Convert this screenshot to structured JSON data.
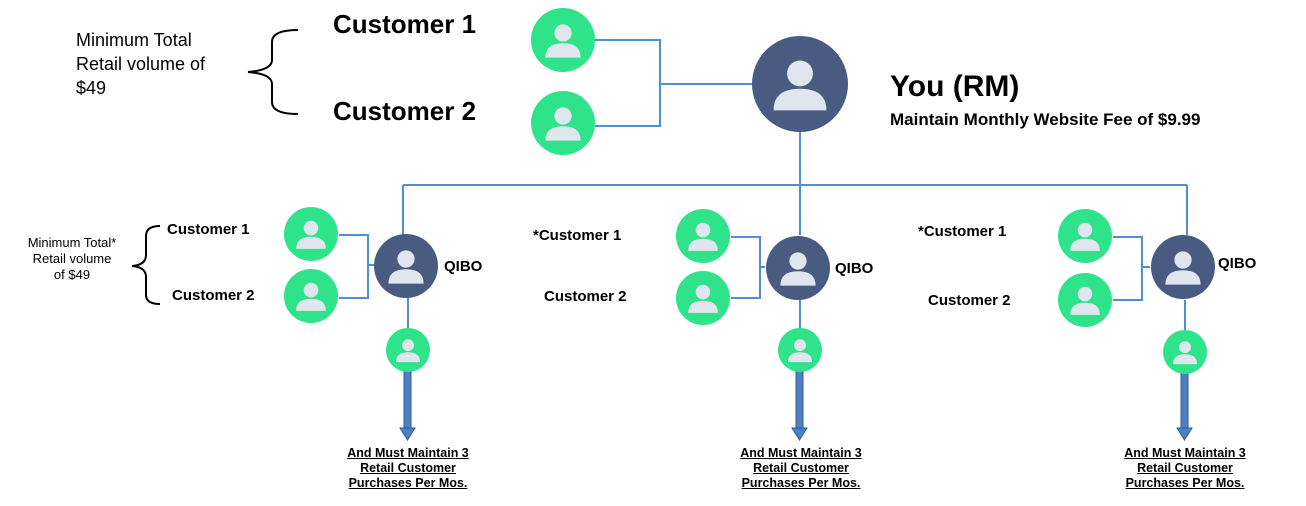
{
  "colors": {
    "line": "#4f8fd6",
    "customer_node": "#2fe38a",
    "rm_node": "#4a5b82",
    "qibo_node": "#4a5b82",
    "person": "#dfe6ee",
    "arrow": "#4f7fc0"
  },
  "top": {
    "min_label": "Minimum Total\nRetail volume of\n$49",
    "customer1": "Customer 1",
    "customer2": "Customer 2",
    "you_title": "You (RM)",
    "you_sub": "Maintain Monthly Website Fee of $9.99"
  },
  "groups": [
    {
      "min_label": "Minimum Total*\nRetail volume\nof $49",
      "customer1": "Customer 1",
      "customer2": "Customer 2",
      "qibo": "QIBO",
      "note": "And Must Maintain 3\nRetail Customer\nPurchases Per Mos."
    },
    {
      "customer1": "*Customer 1",
      "customer2": "Customer 2",
      "qibo": "QIBO",
      "note": "And Must Maintain 3\nRetail Customer\nPurchases Per Mos."
    },
    {
      "customer1": "*Customer 1",
      "customer2": "Customer 2",
      "qibo": "QIBO",
      "note": "And Must Maintain 3\nRetail Customer\nPurchases Per Mos."
    }
  ],
  "icons": {
    "customer": "person-icon",
    "rm": "person-icon",
    "qibo": "person-icon"
  }
}
